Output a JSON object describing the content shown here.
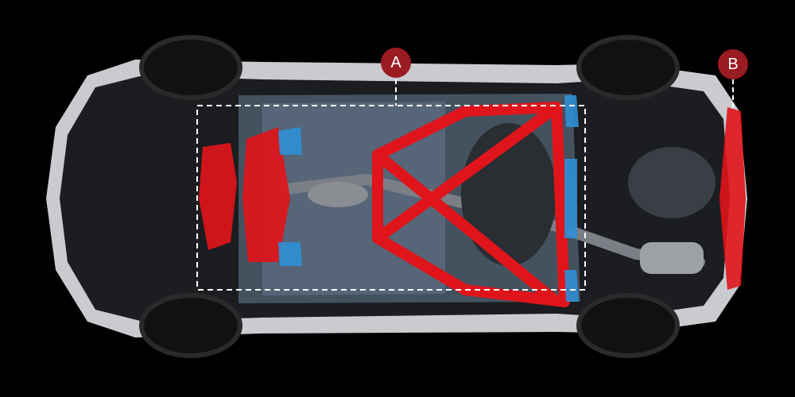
{
  "callouts": {
    "a": {
      "label": "A"
    },
    "b": {
      "label": "B"
    }
  },
  "colors": {
    "background": "#000000",
    "body_panel": "#c9cbcf",
    "underbody_dark": "#1b1d20",
    "chassis_blue_gray": "#5f7186",
    "reinforcement_red": "#e0141b",
    "reinforcement_blue": "#2e8fd6",
    "callout_circle": "#9b1b22",
    "guide_line": "#ffffff"
  },
  "icons": [
    "car-underbody-illustration"
  ]
}
